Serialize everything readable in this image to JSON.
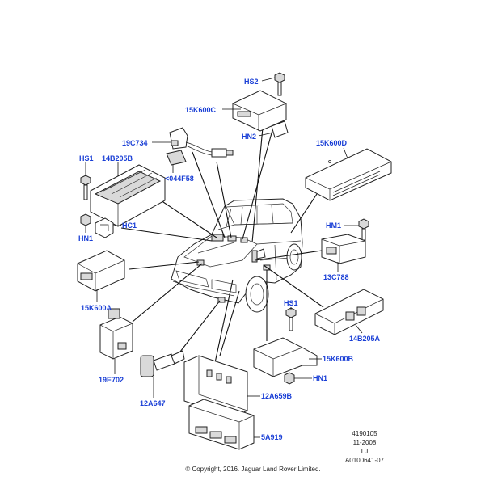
{
  "colors": {
    "label": "#1a3fd6",
    "line": "#222222",
    "background": "#ffffff"
  },
  "labels": {
    "hs2_top": "HS2",
    "k600c": "15K600C",
    "c734": "19C734",
    "hn2": "HN2",
    "k600d": "15K600D",
    "hs1_left": "HS1",
    "b205b": "14B205B",
    "f58": "<044F58",
    "hc1": "HC1",
    "hm1": "HM1",
    "hn1_left": "HN1",
    "c788": "13C788",
    "k600a": "15K600A",
    "hs1_right": "HS1",
    "b205a": "14B205A",
    "k600b": "15K600B",
    "hn1_right": "HN1",
    "e702": "19E702",
    "a647": "12A647",
    "a659b": "12A659B",
    "a919": "5A919"
  },
  "meta": {
    "line1": "4190105",
    "line2": "11-2008",
    "line3": "LJ",
    "line4": "A0100641-07",
    "copyright": "© Copyright, 2016. Jaguar Land Rover Limited."
  }
}
